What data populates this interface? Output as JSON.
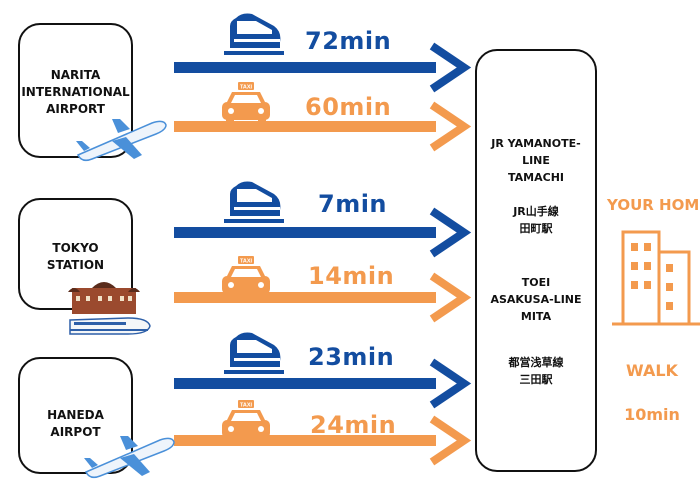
{
  "origins": [
    {
      "name": "NARITA\nINTERNATIONAL\nAIRPORT",
      "train_time": "72min",
      "taxi_time": "60min"
    },
    {
      "name": "TOKYO\nSTATION",
      "train_time": "7min",
      "taxi_time": "14min"
    },
    {
      "name": "HANEDA AIRPOT",
      "train_time": "23min",
      "taxi_time": "24min"
    }
  ],
  "destination": {
    "station1_en": "JR YAMANOTE-\nLINE\nTAMACHI",
    "station1_jp": "JR山手線\n田町駅",
    "station2_en": "TOEI\nASAKUSA-LINE\nMITA",
    "station2_jp": "都営浅草線\n三田駅"
  },
  "home": {
    "title": "YOUR HOME",
    "walk_label": "WALK",
    "walk_time": "10min"
  },
  "icons": {
    "taxi_sign": "TAXI"
  },
  "colors": {
    "train": "#134da0",
    "taxi": "#f39a4e",
    "outline": "#111111"
  }
}
